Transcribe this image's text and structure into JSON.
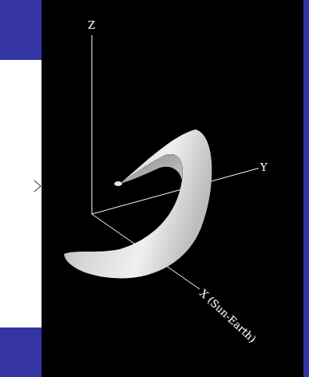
{
  "diagram": {
    "labels": [
      "Z",
      "Y",
      "X (Sun-Earth)"
    ]
  }
}
